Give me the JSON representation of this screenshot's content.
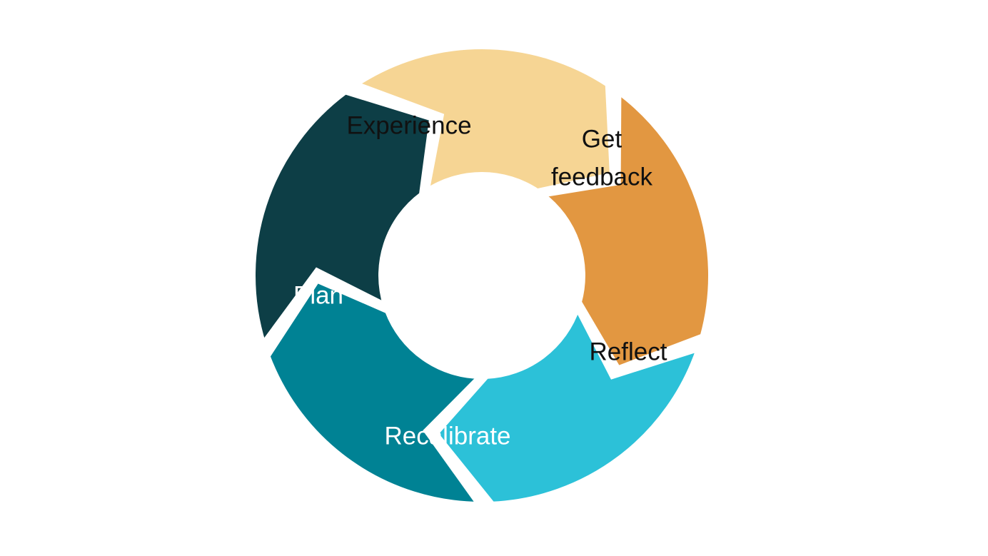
{
  "diagram": {
    "type": "cycle",
    "segments": [
      {
        "label_lines": [
          "Experience"
        ],
        "color": "#F6D594",
        "text_color": "#111111"
      },
      {
        "label_lines": [
          "Get",
          "feedback"
        ],
        "color": "#E29741",
        "text_color": "#111111"
      },
      {
        "label_lines": [
          "Reflect"
        ],
        "color": "#2CC1D8",
        "text_color": "#111111"
      },
      {
        "label_lines": [
          "Recalibrate"
        ],
        "color": "#008294",
        "text_color": "#ffffff"
      },
      {
        "label_lines": [
          "Plan"
        ],
        "color": "#0D3E46",
        "text_color": "#ffffff"
      }
    ]
  }
}
